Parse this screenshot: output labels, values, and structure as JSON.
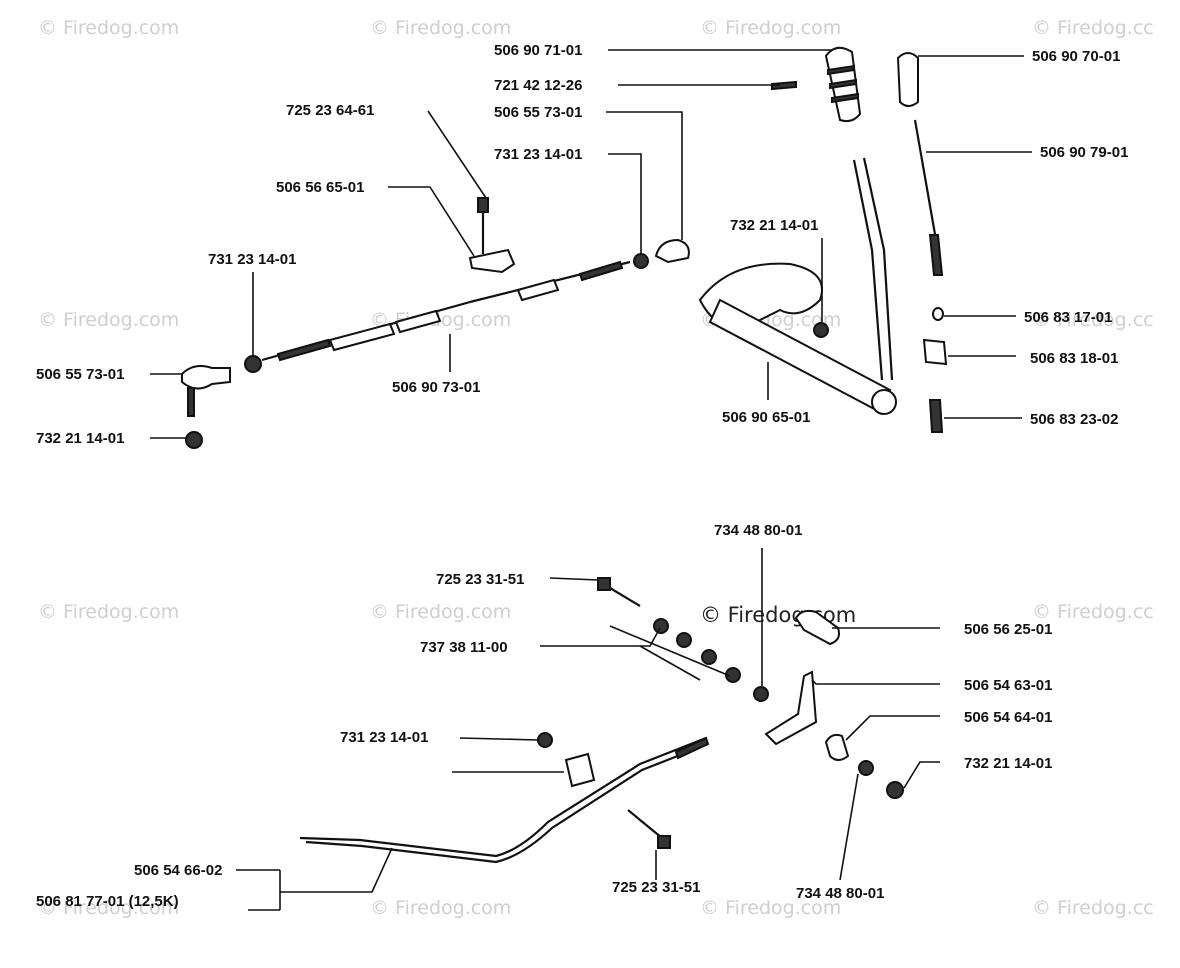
{
  "watermarks": {
    "w1": "© Firedog.com",
    "w2": "© Firedog.com",
    "w3": "© Firedog.com",
    "w4": "© Firedog.cc",
    "w5": "© Firedog.com",
    "w6": "© Firedog.com",
    "w7": "© Firedog.com",
    "w8": "© Firedog.cc",
    "w9": "© Firedog.com",
    "w10": "© Firedog.com",
    "w11": "© Firedog.com",
    "w12": "© Firedog.cc",
    "w13": "© Firedog.com",
    "w14": "© Firedog.com",
    "w15": "© Firedog.com",
    "w16": "© Firedog.cc"
  },
  "labels": {
    "p1": "506 90 71-01",
    "p2": "721 42 12-26",
    "p3": "506 55 73-01",
    "p4": "731 23 14-01",
    "p5": "725 23 64-61",
    "p6": "506 56 65-01",
    "p7": "731 23 14-01",
    "p8": "506 55 73-01",
    "p9": "732 21 14-01",
    "p10": "506 90 73-01",
    "p11": "732 21 14-01",
    "p12": "506 90 65-01",
    "p13": "506 90 70-01",
    "p14": "506 90 79-01",
    "p15": "506 83 17-01",
    "p16": "506 83 18-01",
    "p17": "506 83 23-02",
    "p18": "734 48 80-01",
    "p19": "725 23 31-51",
    "p20": "737 38 11-00",
    "p21": "506 56 25-01",
    "p22": "506 54 63-01",
    "p23": "506 54 64-01",
    "p24": "731 23 14-01",
    "p25": "732 21 14-01",
    "p26": "506 54 66-02",
    "p27": "506 81 77-01 (12,5K)",
    "p28": "725 23 31-51",
    "p29": "734 48 80-01"
  }
}
